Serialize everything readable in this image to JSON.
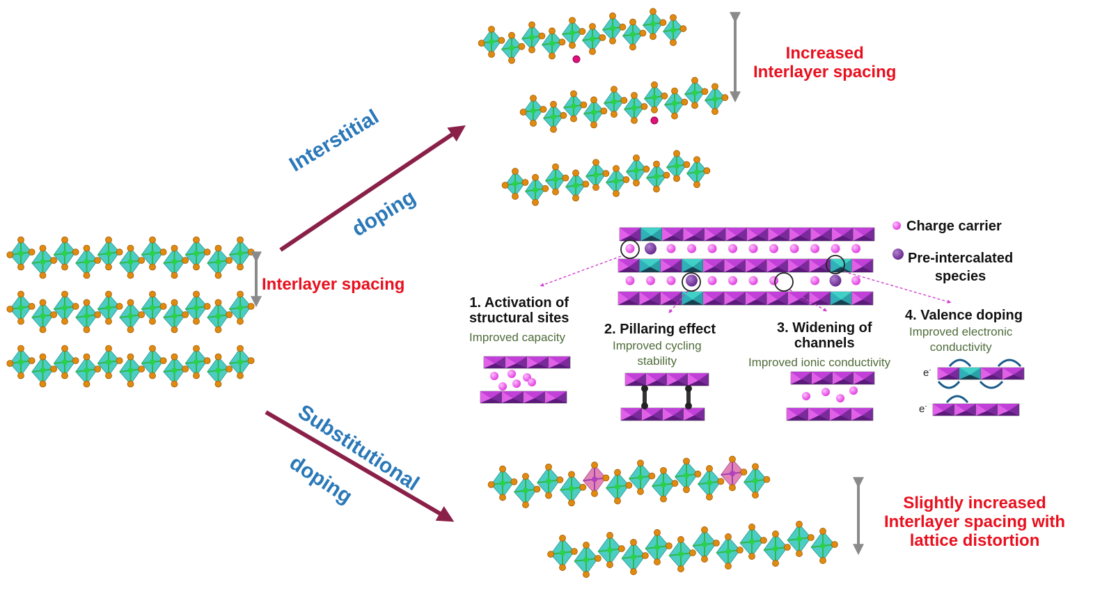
{
  "figure": {
    "pristine": {
      "spacing_label": "Interlayer spacing",
      "layer_count": 3
    },
    "interstitial": {
      "arrow_label_line1": "Interstitial",
      "arrow_label_line2": "doping",
      "result_label_line1": "Increased",
      "result_label_line2": "Interlayer spacing",
      "layer_count": 3,
      "dopant_count": 2
    },
    "substitutional": {
      "arrow_label_line1": "Substitutional",
      "arrow_label_line2": "doping",
      "result_label_line1": "Slightly increased",
      "result_label_line2": "Interlayer spacing with",
      "result_label_line3": "lattice distortion",
      "layer_count": 2,
      "substituted_sites_per_top_layer": 2
    },
    "mechanisms": {
      "legend": {
        "charge_carrier": "Charge carrier",
        "pre_intercalated_line1": "Pre-intercalated",
        "pre_intercalated_line2": "species"
      },
      "items": [
        {
          "title_line1": "1. Activation of",
          "title_line2": "structural sites",
          "benefit_line1": "Improved capacity",
          "benefit_line2": ""
        },
        {
          "title_line1": "2. Pillaring effect",
          "title_line2": "",
          "benefit_line1": "Improved cycling",
          "benefit_line2": "stability"
        },
        {
          "title_line1": "3. Widening of",
          "title_line2": "channels",
          "benefit_line1": "Improved ionic conductivity",
          "benefit_line2": ""
        },
        {
          "title_line1": "4. Valence doping",
          "title_line2": "",
          "benefit_line1": "Improved electronic",
          "benefit_line2": "conductivity"
        }
      ],
      "electron_symbol": "e",
      "electron_charge": "-"
    },
    "colors": {
      "host_octahedron": "#3cc9bf",
      "metal_center": "#2bd14a",
      "oxygen": "#e08a10",
      "substituted_octahedron": "#e07ab0",
      "interstitial_dopant": "#e0107a",
      "layer_prism": "#c040d8",
      "layer_prism_dark": "#7a2a9a",
      "doped_prism": "#2aa0a8",
      "charge_carrier": "#e040e0",
      "pre_intercalated": "#6a2a90",
      "doping_arrow": "#8a2048",
      "spacing_arrow": "#8a8a8a",
      "callout_arrow": "#d040d0"
    }
  }
}
